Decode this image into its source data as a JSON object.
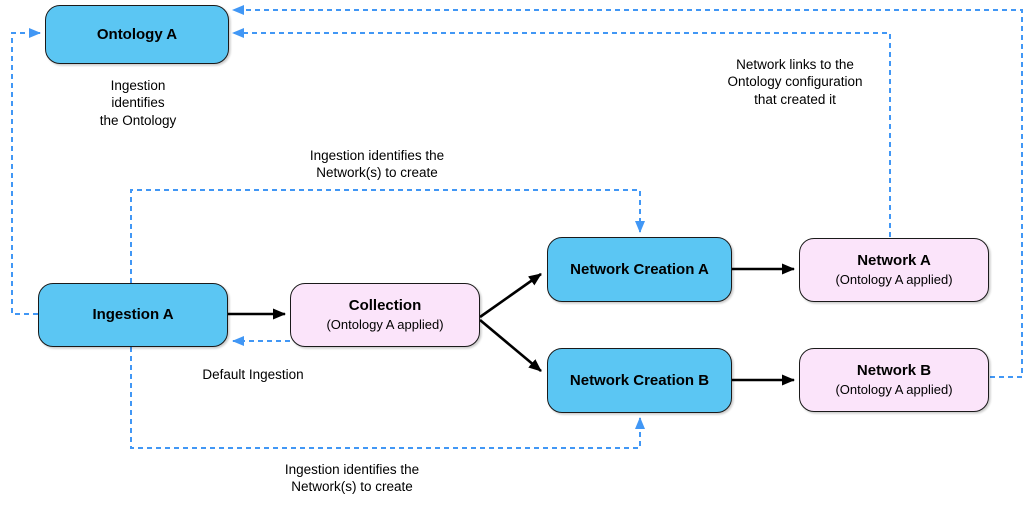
{
  "diagram": {
    "nodes": {
      "ontology_a": {
        "label": "Ontology A"
      },
      "ingestion_a": {
        "label": "Ingestion A"
      },
      "collection": {
        "label": "Collection",
        "sublabel": "(Ontology A applied)"
      },
      "network_creation_a": {
        "label": "Network Creation A"
      },
      "network_creation_b": {
        "label": "Network Creation B"
      },
      "network_a": {
        "label": "Network A",
        "sublabel": "(Ontology A applied)"
      },
      "network_b": {
        "label": "Network B",
        "sublabel": "(Ontology A applied)"
      }
    },
    "annotations": {
      "ingestion_identifies_ontology": "Ingestion\nidentifies\nthe Ontology",
      "ingestion_identifies_networks_top": "Ingestion identifies the\nNetwork(s) to create",
      "default_ingestion": "Default Ingestion",
      "ingestion_identifies_networks_bottom": "Ingestion identifies the\nNetwork(s) to create",
      "network_links_ontology": "Network links to the\nOntology configuration\nthat created it"
    },
    "colors": {
      "node_blue": "#5BC6F3",
      "node_pink": "#FBE4FA",
      "connector_blue": "#4197F5",
      "connector_black": "#000000",
      "border": "#1A1A1A",
      "background": "#FFFFFF"
    }
  }
}
